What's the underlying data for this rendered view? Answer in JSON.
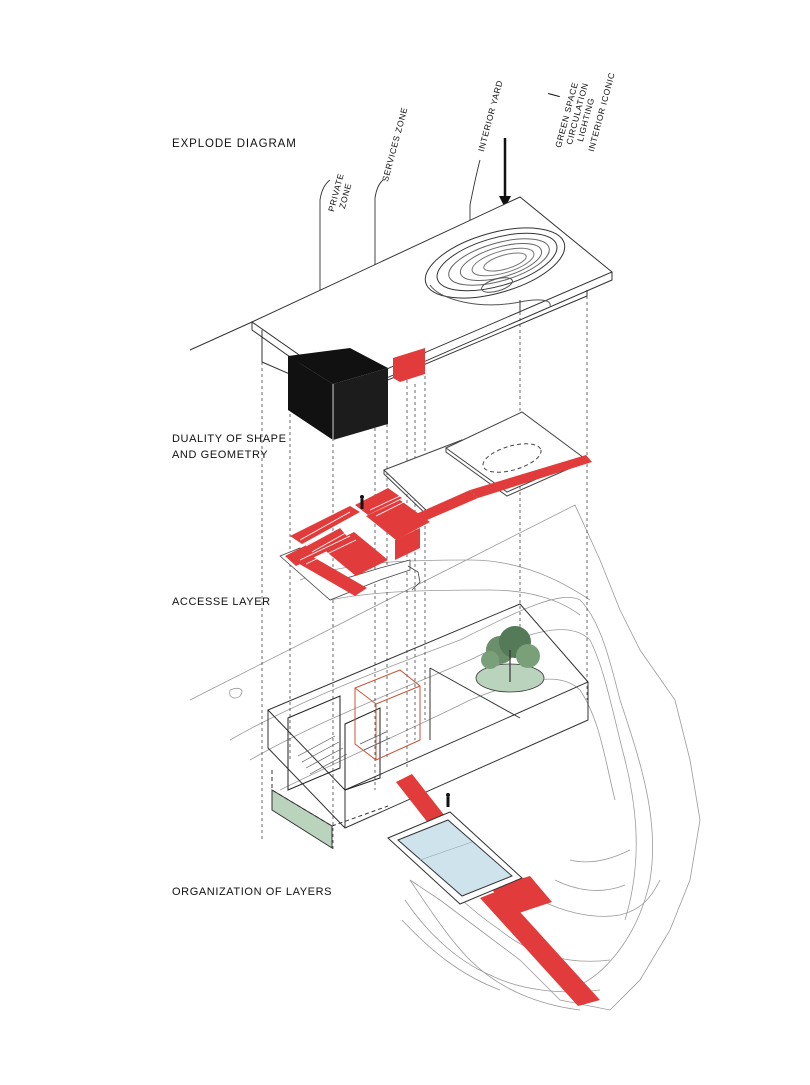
{
  "diagram": {
    "title": "EXPLODE DIAGRAM",
    "layer_labels": {
      "duality_line1": "DUALITY OF SHAPE",
      "duality_line2": "AND GEOMETRY",
      "access": "ACCESSE LAYER",
      "organization": "ORGANIZATION OF LAYERS"
    },
    "zone_labels": {
      "private_line1": "PRIVATE",
      "private_line2": "ZONE",
      "services": "SERVICES ZONE",
      "interior_yard": "INTERIOR YARD",
      "green_space": "GREEN SPACE",
      "circulation": "CIRCULATION",
      "lighting": "LIGHTING",
      "interior_iconic": "INTERIOR ICONIC"
    },
    "colors": {
      "accent_red": "#e23b3b",
      "solid_black": "#111111",
      "green": "#b9d3bd",
      "line": "#333333",
      "contour": "#9a9a9a",
      "water": "#cfe3ec"
    }
  }
}
